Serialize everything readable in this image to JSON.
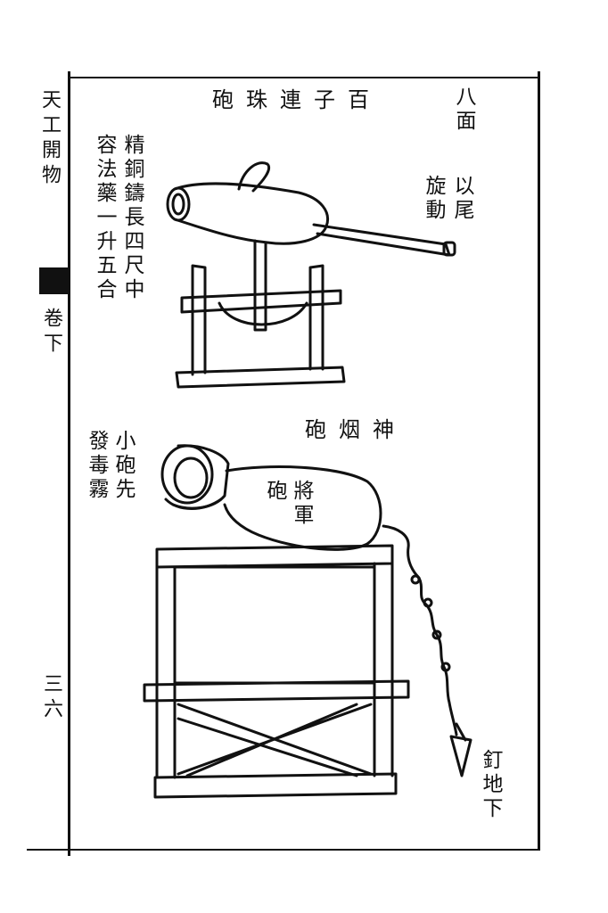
{
  "margin": {
    "book_title": "天工開物",
    "volume": "卷下",
    "page_number": "三六"
  },
  "upper_figure": {
    "title": "百子連珠砲",
    "caption_left_col1": "精銅鑄長四尺中",
    "caption_left_col2": "容法藥一升五合",
    "caption_right_col1": "以尾",
    "caption_right_col2": "旋動",
    "caption_top_right": "八面"
  },
  "lower_figure": {
    "title": "神烟砲",
    "caption_left_col1": "小砲先",
    "caption_left_col2": "發毒霧",
    "cannon_label_col1": "將軍",
    "cannon_label_col2": "砲",
    "stake_label": "釘地下"
  }
}
